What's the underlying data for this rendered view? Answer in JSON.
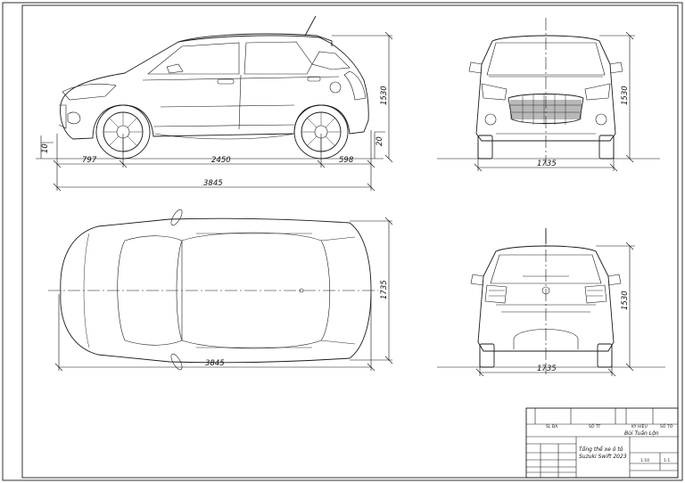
{
  "dimensions": {
    "side_front_overhang": "797",
    "side_wheelbase": "2450",
    "side_rear_overhang": "598",
    "side_length": "3845",
    "side_height": "1530",
    "side_front_ground": "10",
    "side_rear_ground": "20",
    "front_width": "1735",
    "front_height": "1530",
    "top_length": "3845",
    "top_width": "1735",
    "rear_width": "1735",
    "rear_height": "1530"
  },
  "title_block": {
    "designer_name": "Bùi Tuấn Lộn",
    "drawing_title_line1": "Tổng thể xe ô tô",
    "drawing_title_line2": "Suzuki Swift 2023",
    "header_labels": [
      "SL ĐÁ",
      "SỐ TT",
      "KÝ HIỆU",
      "SỐ TỜ"
    ],
    "scale": "1:10",
    "sheet_count": "1:1"
  }
}
